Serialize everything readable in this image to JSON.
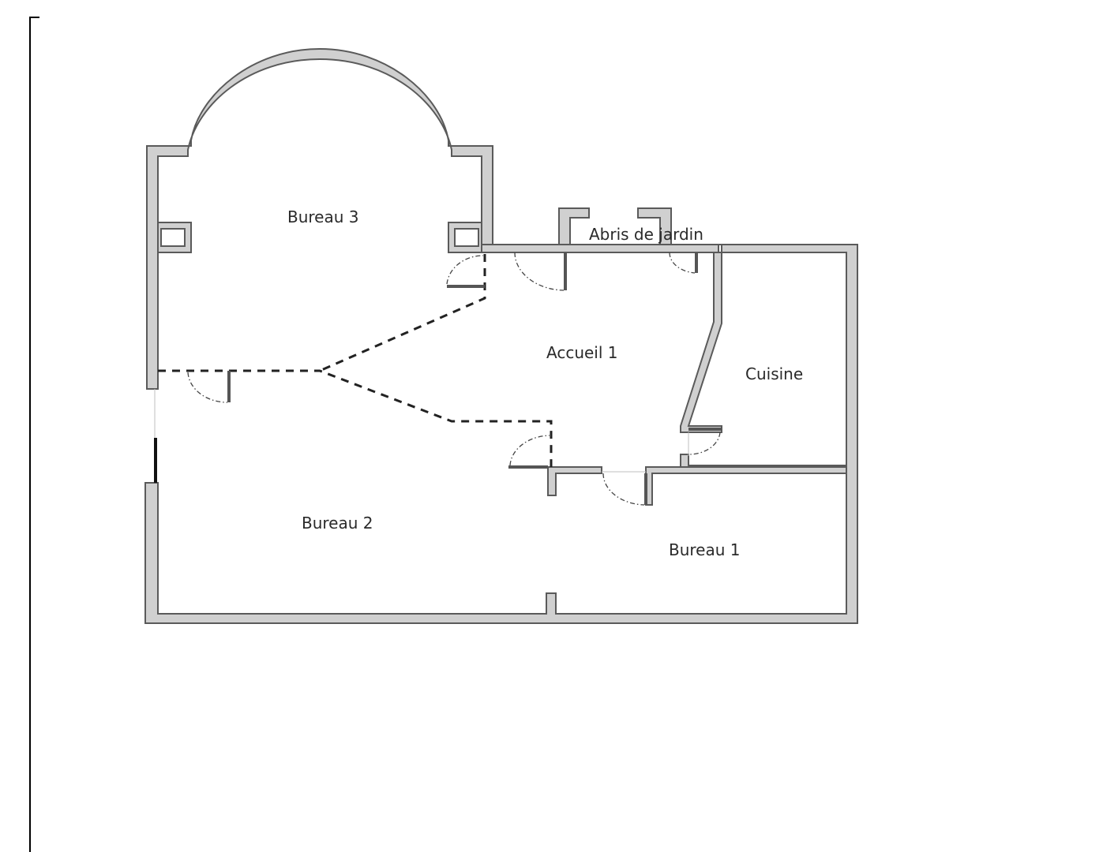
{
  "rooms": {
    "bureau3": "Bureau 3",
    "abris": "Abris de jardin",
    "accueil": "Accueil 1",
    "cuisine": "Cuisine",
    "bureau2": "Bureau 2",
    "bureau1": "Bureau 1"
  },
  "colors": {
    "wall_fill": "#d0d0d0",
    "wall_stroke": "#5a5a5a",
    "text": "#2a2a2a"
  }
}
